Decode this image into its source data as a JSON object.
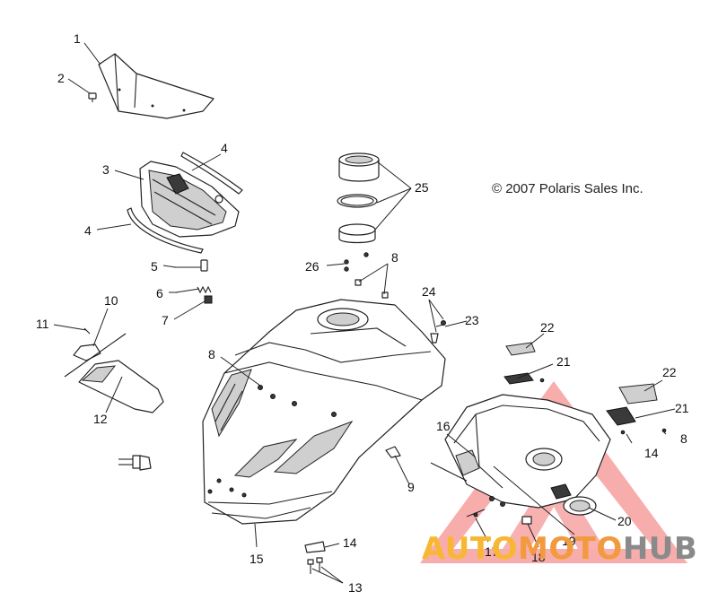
{
  "copyright": "© 2007 Polaris Sales Inc.",
  "watermark": {
    "part1": "AUTO",
    "part2": "MOTO",
    "part3": "HUB",
    "colors": {
      "triangle": "#f15b5b",
      "part1": "#f7b733",
      "part2": "#f19a3e",
      "part3": "#8a8a8a"
    }
  },
  "callouts": [
    "1",
    "2",
    "3",
    "4",
    "4",
    "5",
    "6",
    "7",
    "8",
    "8",
    "8",
    "9",
    "10",
    "11",
    "12",
    "13",
    "14",
    "14",
    "15",
    "16",
    "17",
    "18",
    "19",
    "20",
    "21",
    "21",
    "22",
    "22",
    "23",
    "24",
    "25",
    "26"
  ]
}
